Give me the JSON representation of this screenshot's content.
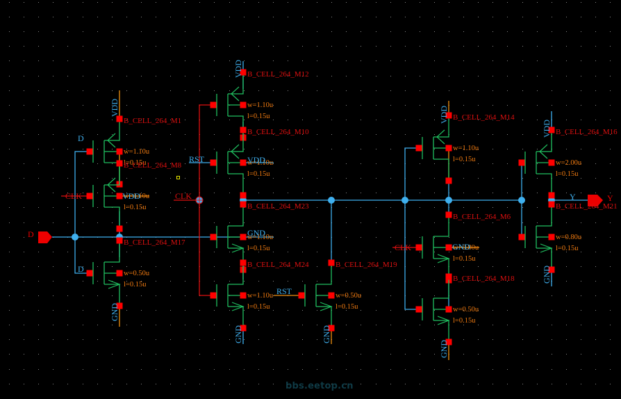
{
  "colors": {
    "background": "#000000",
    "grid_dot": "#8a8a8a",
    "net_wire": "#3fb0ef",
    "clock_wire": "#e01010",
    "supply_wire": "#f09010",
    "device_body": "#20c060",
    "pin": "#ff0000",
    "junction": "#3fb0ef",
    "instance_name": "#e01010",
    "param_text": "#f07a10",
    "net_label": "#3fb0ef",
    "port_color": "#ee0000",
    "watermark": "#0f3a45"
  },
  "ports": [
    {
      "name": "D",
      "direction": "input"
    },
    {
      "name": "Y",
      "direction": "output"
    }
  ],
  "net_labels": {
    "d_top": "D",
    "d_bottom": "D",
    "clk_left": "CLK",
    "clk_mid": "CLK",
    "clk_right": "CLK",
    "rst_top": "RST",
    "rst_bottom": "RST",
    "y_out": "Y",
    "vdd": "VDD",
    "gnd": "GND"
  },
  "transistors": [
    {
      "id": "M1",
      "name": "B_CELL_264_M1",
      "type": "pmos",
      "w": "w=1.10u",
      "l": "l=0.15u"
    },
    {
      "id": "M8",
      "name": "B_CELL_264_M8",
      "type": "pmos",
      "w": "w=1.10u",
      "l": "l=0.15u"
    },
    {
      "id": "M17",
      "name": "B_CELL_264_M17",
      "type": "nmos",
      "w": "w=0.50u",
      "l": "l=0.15u"
    },
    {
      "id": "M12",
      "name": "B_CELL_264_M12",
      "type": "pmos",
      "w": "w=1.10u",
      "l": "l=0.15u"
    },
    {
      "id": "M10",
      "name": "B_CELL_264_M10",
      "type": "pmos",
      "w": "w=1.10u",
      "l": "l=0.15u"
    },
    {
      "id": "M23",
      "name": "B_CELL_264_M23",
      "type": "nmos",
      "w": "w=1.10u",
      "l": "l=0.15u"
    },
    {
      "id": "M24",
      "name": "B_CELL_264_M24",
      "type": "nmos",
      "w": "w=1.10u",
      "l": "l=0.15u"
    },
    {
      "id": "M19",
      "name": "B_CELL_264_M19",
      "type": "nmos",
      "w": "w=0.50u",
      "l": "l=0.15u"
    },
    {
      "id": "M14",
      "name": "B_CELL_264_M14",
      "type": "pmos",
      "w": "w=1.10u",
      "l": "l=0.15u"
    },
    {
      "id": "M6",
      "name": "B_CELL_264_M6",
      "type": "nmos",
      "w": "w=0.80u",
      "l": "l=0.15u"
    },
    {
      "id": "M18",
      "name": "B_CELL_264_M18",
      "type": "nmos",
      "w": "w=0.50u",
      "l": "l=0.15u"
    },
    {
      "id": "M16",
      "name": "B_CELL_264_M16",
      "type": "pmos",
      "w": "w=2.00u",
      "l": "l=0.15u"
    },
    {
      "id": "M21",
      "name": "B_CELL_264_M21",
      "type": "nmos",
      "w": "w=0.80u",
      "l": "l=0.15u"
    }
  ],
  "watermark": "bbs.eetop.cn"
}
